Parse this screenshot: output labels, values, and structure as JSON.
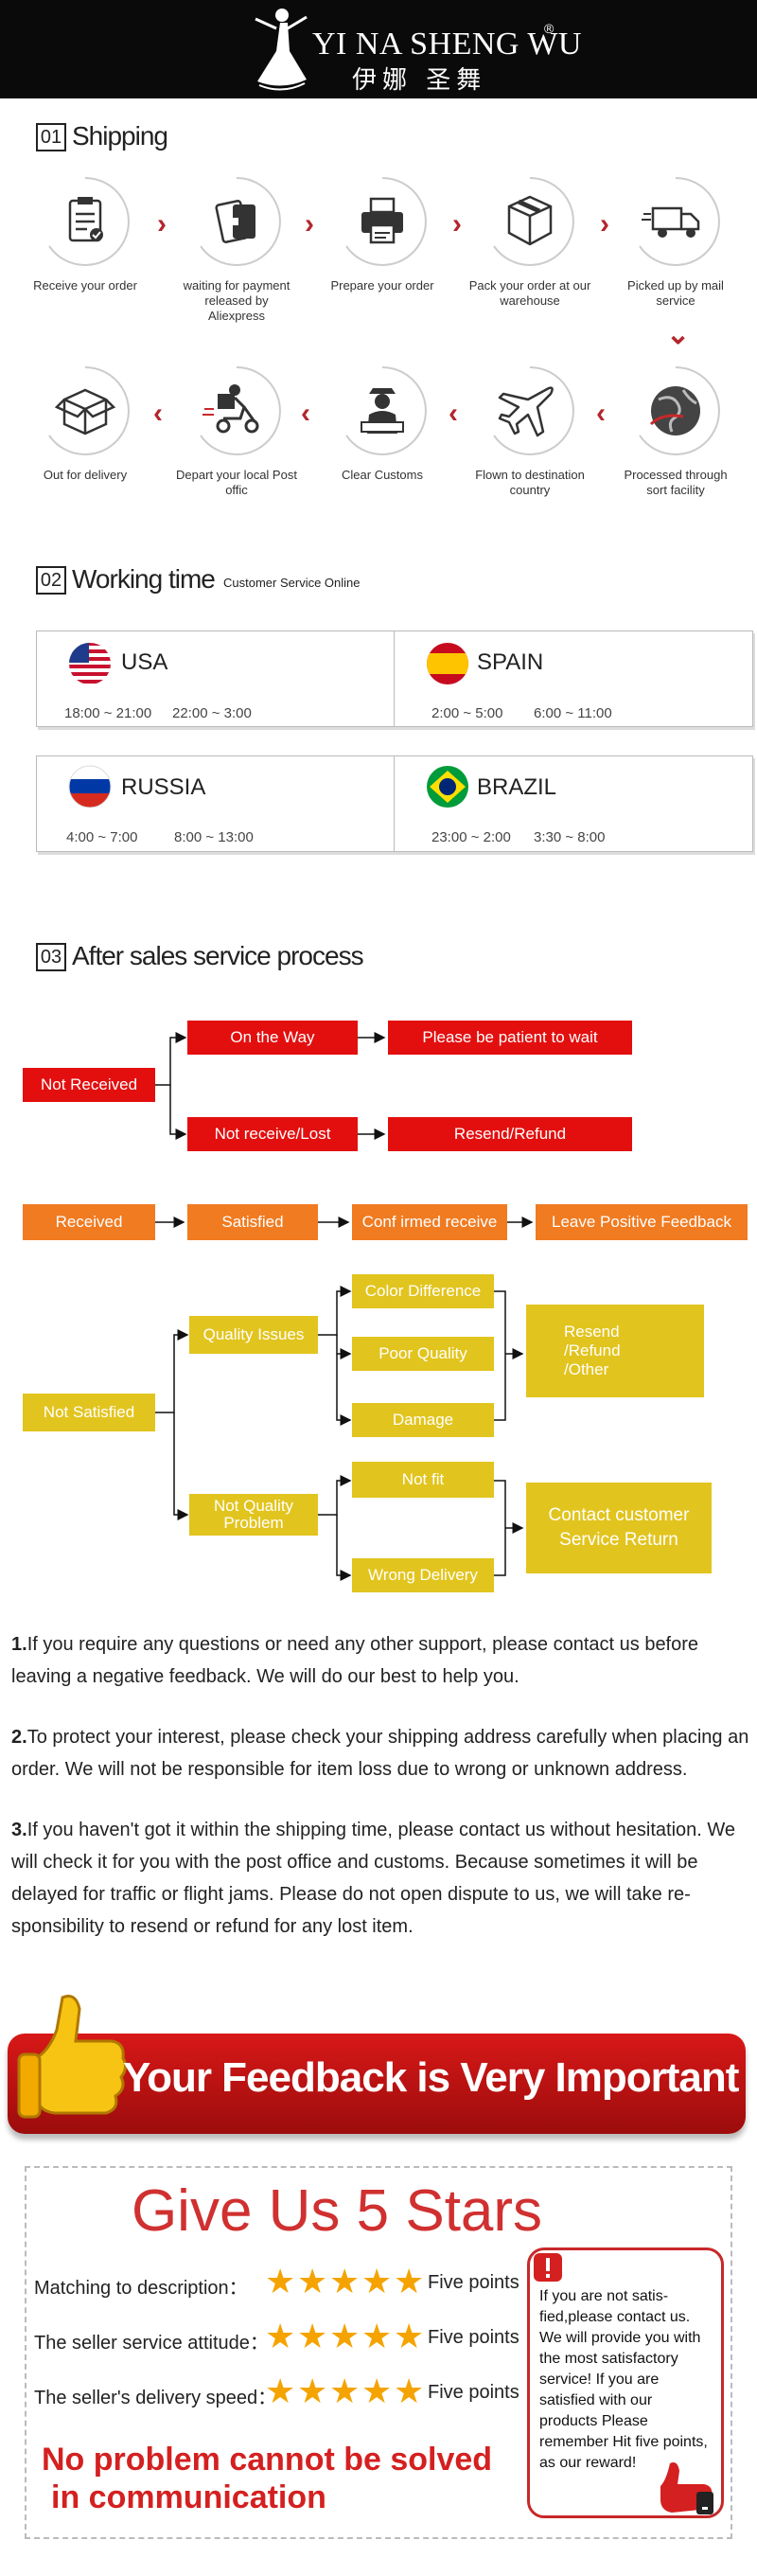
{
  "header": {
    "brand_en": "YI NA SHENG WU",
    "registered": "®",
    "brand_cn": "伊娜 圣舞"
  },
  "shipping": {
    "number": "01",
    "title": "Shipping",
    "steps": [
      {
        "label": "Receive your order",
        "icon": "clipboard-icon"
      },
      {
        "label": "waiting for payment released by Aliexpress",
        "icon": "payment-card-icon"
      },
      {
        "label": "Prepare your order",
        "icon": "printer-icon"
      },
      {
        "label": "Pack your order at our warehouse",
        "icon": "package-box-icon"
      },
      {
        "label": "Picked up by mail service",
        "icon": "delivery-truck-icon"
      },
      {
        "label": "Processed through sort facility",
        "icon": "globe-icon"
      },
      {
        "label": "Flown to destination country",
        "icon": "airplane-icon"
      },
      {
        "label": "Clear Customs",
        "icon": "customs-officer-icon"
      },
      {
        "label": "Depart your local Post offic",
        "icon": "scooter-courier-icon"
      },
      {
        "label": "Out for delivery",
        "icon": "open-box-icon"
      }
    ]
  },
  "working": {
    "number": "02",
    "title": "Working time",
    "subtitle": "Customer Service Online",
    "countries": [
      {
        "name": "USA",
        "hours1": "18:00 ~ 21:00",
        "hours2": "22:00 ~ 3:00",
        "flag": "usa-flag-icon"
      },
      {
        "name": "SPAIN",
        "hours1": "2:00 ~ 5:00",
        "hours2": "6:00 ~ 11:00",
        "flag": "spain-flag-icon"
      },
      {
        "name": "RUSSIA",
        "hours1": "4:00 ~ 7:00",
        "hours2": "8:00 ~ 13:00",
        "flag": "russia-flag-icon"
      },
      {
        "name": "BRAZIL",
        "hours1": "23:00 ~ 2:00",
        "hours2": "3:30 ~ 8:00",
        "flag": "brazil-flag-icon"
      }
    ]
  },
  "after_sales": {
    "number": "03",
    "title": "After sales service process",
    "not_received": "Not Received",
    "on_the_way": "On the Way",
    "be_patient": "Please be patient to wait",
    "not_receive_lost": "Not receive/Lost",
    "resend_refund": "Resend/Refund",
    "received": "Received",
    "satisfied": "Satisfied",
    "confirmed": "Conf irmed receive",
    "leave_feedback": "Leave Positive Feedback",
    "not_satisfied": "Not Satisfied",
    "quality_issues": "Quality Issues",
    "color_difference": "Color Difference",
    "poor_quality": "Poor Quality",
    "damage": "Damage",
    "resend_refund_other_1": "Resend",
    "resend_refund_other_2": "/Refund",
    "resend_refund_other_3": "/Other",
    "not_quality_problem_1": "Not Quality",
    "not_quality_problem_2": "Problem",
    "not_fit": "Not fit",
    "wrong_delivery": "Wrong Delivery",
    "contact_1": "Contact customer",
    "contact_2": "Service Return"
  },
  "notes": [
    {
      "num": "1.",
      "text": "If you require any questions or need any other support, please contact us before leaving a negative feedback. We will do our best to help you."
    },
    {
      "num": "2.",
      "text": "To protect your interest, please check your shipping address carefully when placing an order. We will not be responsible for item loss due to wrong or unknown address."
    },
    {
      "num": "3.",
      "text": "If you haven't got it within the shipping time, please contact us without hesitation. We will check it for you with the post office and customs. Because sometimes it will be delayed for traffic or flight jams. Please do not open dispute to us, we will take re-sponsibility to resend or refund for any lost item."
    }
  ],
  "feedback": {
    "banner": "Your Feedback is Very Important",
    "give_title": "Give Us 5 Stars",
    "ratings": [
      {
        "label": "Matching to description：",
        "stars": 5,
        "points": "Five points"
      },
      {
        "label": "The seller service attitude：",
        "stars": 5,
        "points": "Five points"
      },
      {
        "label": "The seller's delivery speed：",
        "stars": 5,
        "points": "Five points"
      }
    ],
    "card_text": "If you are not satis-fied,please contact us. We will provide you with the most satisfactory service! If you are satisfied with our products Please remember Hit five points, as our reward!",
    "slogan_1": "No problem cannot be solved",
    "slogan_2": "in communication"
  },
  "colors": {
    "red": "#e30f0f",
    "orange": "#f07b21",
    "yellow": "#e2c41e",
    "accent_red": "#b4262c"
  }
}
